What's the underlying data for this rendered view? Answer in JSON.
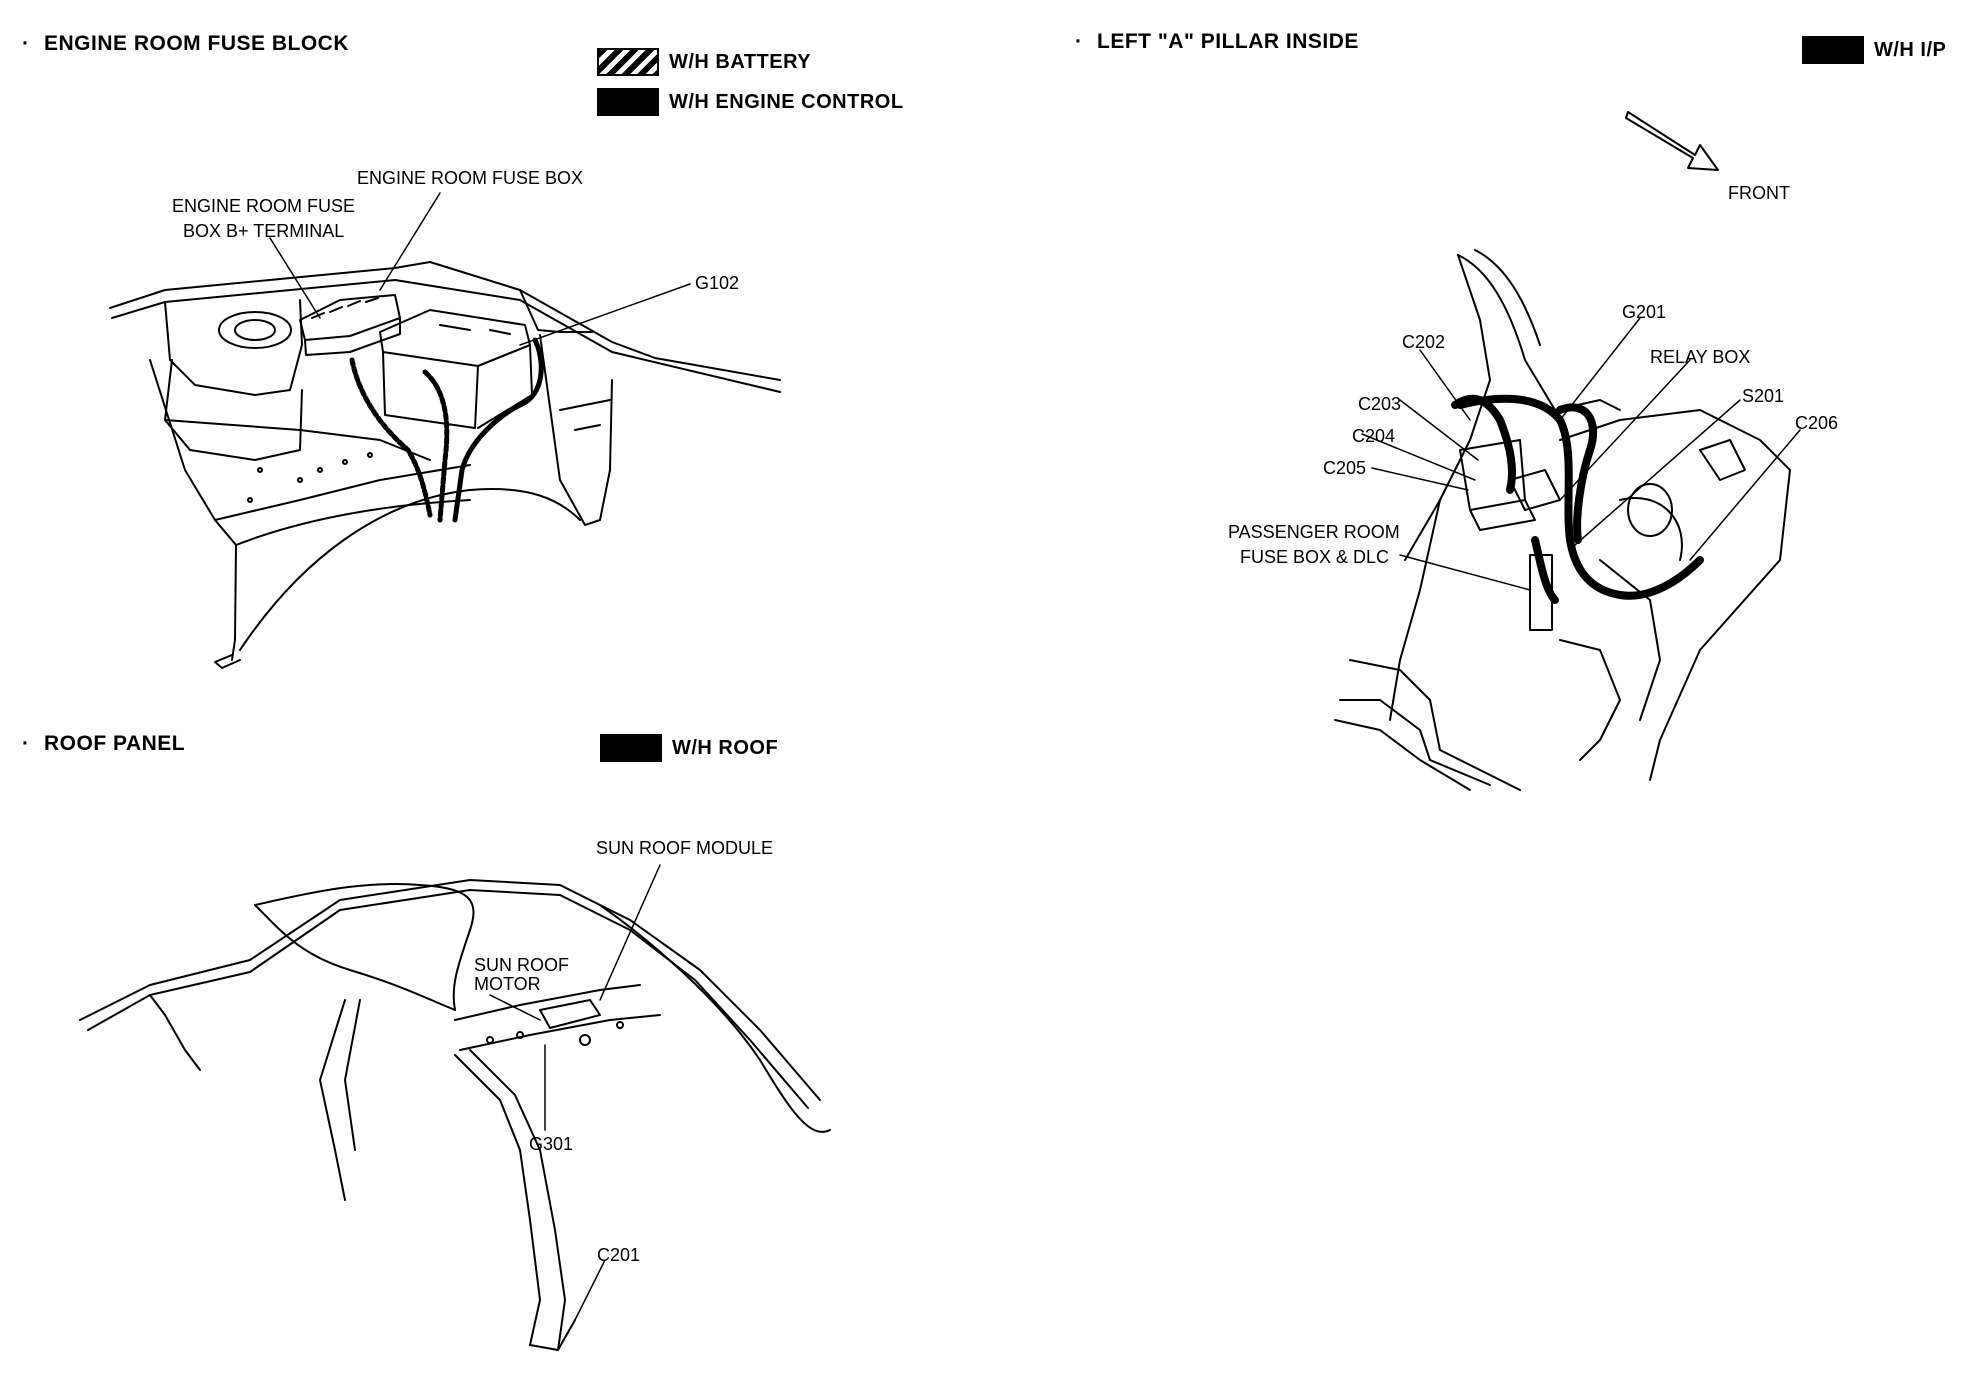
{
  "sections": {
    "engine": {
      "title": "ENGINE ROOM FUSE BLOCK",
      "legend": [
        {
          "label": "W/H BATTERY",
          "style": "hatch"
        },
        {
          "label": "W/H ENGINE CONTROL",
          "style": "solid"
        }
      ],
      "labels": {
        "fuse_box": "ENGINE ROOM FUSE BOX",
        "b_terminal_line1": "ENGINE ROOM FUSE",
        "b_terminal_line2": "BOX B+ TERMINAL",
        "g102": "G102"
      }
    },
    "pillar": {
      "title": "LEFT \"A\" PILLAR INSIDE",
      "legend": [
        {
          "label": "W/H I/P",
          "style": "solid"
        }
      ],
      "labels": {
        "front": "FRONT",
        "g201": "G201",
        "c202": "C202",
        "relay_box": "RELAY BOX",
        "c203": "C203",
        "s201": "S201",
        "c206": "C206",
        "c204": "C204",
        "c205": "C205",
        "passenger_line1": "PASSENGER ROOM",
        "passenger_line2": "FUSE BOX & DLC"
      }
    },
    "roof": {
      "title": "ROOF PANEL",
      "legend": [
        {
          "label": "W/H ROOF",
          "style": "solid"
        }
      ],
      "labels": {
        "sunroof_module": "SUN ROOF MODULE",
        "motor_line1": "SUN ROOF",
        "motor_line2": "MOTOR",
        "g301": "G301",
        "c201": "C201"
      }
    }
  },
  "colors": {
    "ink": "#000000",
    "paper": "#ffffff"
  }
}
